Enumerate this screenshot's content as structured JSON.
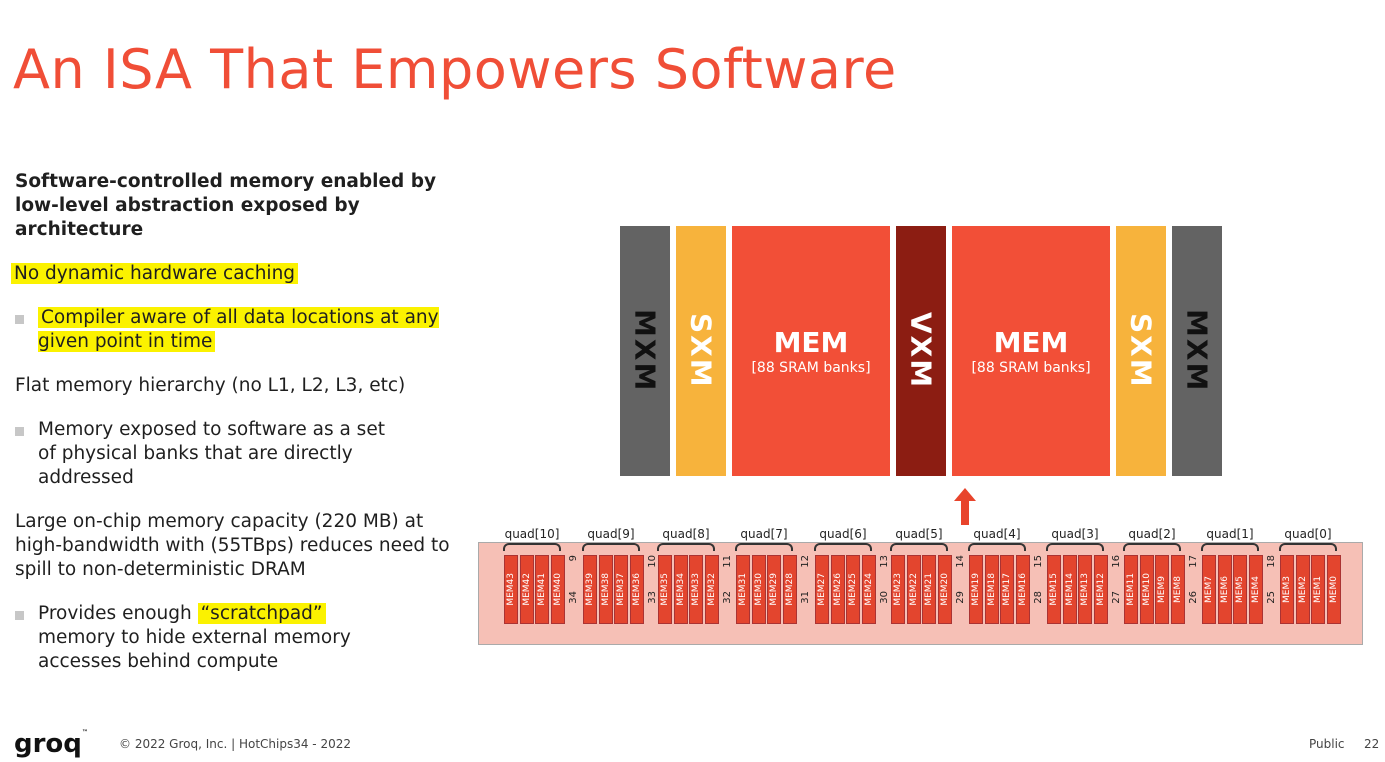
{
  "title": "An ISA That Empowers Software",
  "left": {
    "lead": "Software-controlled memory enabled by low-level abstraction exposed by architecture",
    "p1": "No dynamic hardware caching",
    "b1": "Compiler aware of all data locations at any given point in time",
    "p2": "Flat memory hierarchy (no L1, L2, L3, etc)",
    "b2": "Memory exposed to software as a set of physical banks that are directly addressed",
    "p3": "Large on-chip memory capacity (220 MB) at high-bandwidth with (55TBps) reduces need to spill to non-deterministic DRAM",
    "b3_pre": "Provides enough ",
    "b3_hl": "“scratchpad”",
    "b3_post": " memory to hide external memory accesses behind compute"
  },
  "diagram": {
    "mxm": "MXM",
    "sxm": "SXM",
    "vxm": "VXM",
    "mem_left": "MEM",
    "mem_left_sub": "[88 SRAM banks]",
    "mem_right": "MEM",
    "mem_right_sub": "[88 SRAM banks]",
    "colors": {
      "mxm": "#636363",
      "sxm": "#f7b33c",
      "mem": "#f24f37",
      "vxm": "#8c1d12",
      "arrow": "#e8442c"
    }
  },
  "quads": [
    {
      "label": "quad[10]",
      "banks": [
        "MEM43",
        "MEM42",
        "MEM41",
        "MEM40"
      ],
      "nums": [
        "9",
        "34"
      ]
    },
    {
      "label": "quad[9]",
      "banks": [
        "MEM39",
        "MEM38",
        "MEM37",
        "MEM36"
      ],
      "nums": [
        "10",
        "33"
      ]
    },
    {
      "label": "quad[8]",
      "banks": [
        "MEM35",
        "MEM34",
        "MEM33",
        "MEM32"
      ],
      "nums": [
        "11",
        "32"
      ]
    },
    {
      "label": "quad[7]",
      "banks": [
        "MEM31",
        "MEM30",
        "MEM29",
        "MEM28"
      ],
      "nums": [
        "12",
        "31"
      ]
    },
    {
      "label": "quad[6]",
      "banks": [
        "MEM27",
        "MEM26",
        "MEM25",
        "MEM24"
      ],
      "nums": [
        "13",
        "30"
      ]
    },
    {
      "label": "quad[5]",
      "banks": [
        "MEM23",
        "MEM22",
        "MEM21",
        "MEM20"
      ],
      "nums": [
        "14",
        "29"
      ]
    },
    {
      "label": "quad[4]",
      "banks": [
        "MEM19",
        "MEM18",
        "MEM17",
        "MEM16"
      ],
      "nums": [
        "15",
        "28"
      ]
    },
    {
      "label": "quad[3]",
      "banks": [
        "MEM15",
        "MEM14",
        "MEM13",
        "MEM12"
      ],
      "nums": [
        "16",
        "27"
      ]
    },
    {
      "label": "quad[2]",
      "banks": [
        "MEM11",
        "MEM10",
        "MEM9",
        "MEM8"
      ],
      "nums": [
        "17",
        "26"
      ]
    },
    {
      "label": "quad[1]",
      "banks": [
        "MEM7",
        "MEM6",
        "MEM5",
        "MEM4"
      ],
      "nums": [
        "18",
        "25"
      ]
    },
    {
      "label": "quad[0]",
      "banks": [
        "MEM3",
        "MEM2",
        "MEM1",
        "MEM0"
      ],
      "nums": []
    }
  ],
  "footer": {
    "logo": "groq",
    "copyright": "© 2022 Groq, Inc. | HotChips34 - 2022",
    "classification": "Public",
    "page": "22"
  }
}
